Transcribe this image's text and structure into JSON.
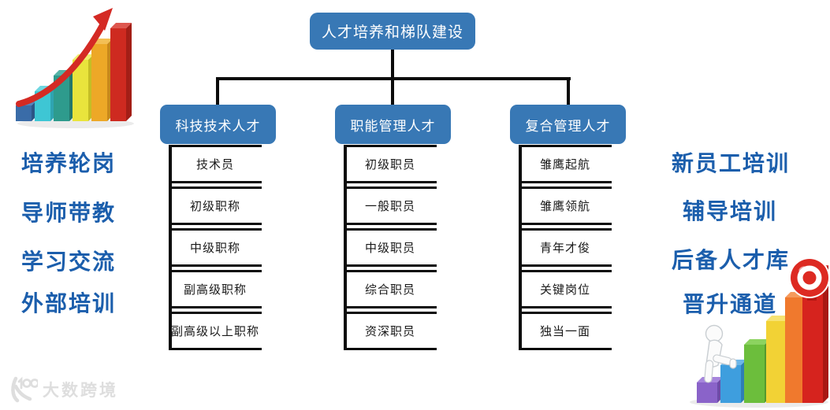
{
  "title": {
    "label": "人才培养和梯队建设"
  },
  "tree": {
    "branches": [
      {
        "label": "科技技术人才",
        "items": [
          "技术员",
          "初级职称",
          "中级职称",
          "副高级职称",
          "副高级以上职称"
        ]
      },
      {
        "label": "职能管理人才",
        "items": [
          "初级职员",
          "一般职员",
          "中级职员",
          "综合职员",
          "资深职员"
        ]
      },
      {
        "label": "复合管理人才",
        "items": [
          "雏鹰起航",
          "雏鹰领航",
          "青年才俊",
          "关键岗位",
          "独当一面"
        ]
      }
    ]
  },
  "left_labels": [
    "培养轮岗",
    "导师带教",
    "学习交流",
    "外部培训"
  ],
  "right_labels": [
    "新员工培训",
    "辅导培训",
    "后备人才库",
    "晋升通道"
  ],
  "watermark": {
    "text": "大数跨境"
  },
  "decorations": {
    "top_left_icon": "ascending-bar-chart-with-red-arrow",
    "bottom_right_icon": "stair-bars-with-target-and-climbing-figure"
  },
  "colors": {
    "node_blue": "#3878B5",
    "side_text_blue": "#1B5EAC",
    "connector_black": "#0B0B0B",
    "arrow_red": "#D42A24",
    "target_red": "#DD2A22",
    "watermark_gray": "#DEDEDE"
  }
}
